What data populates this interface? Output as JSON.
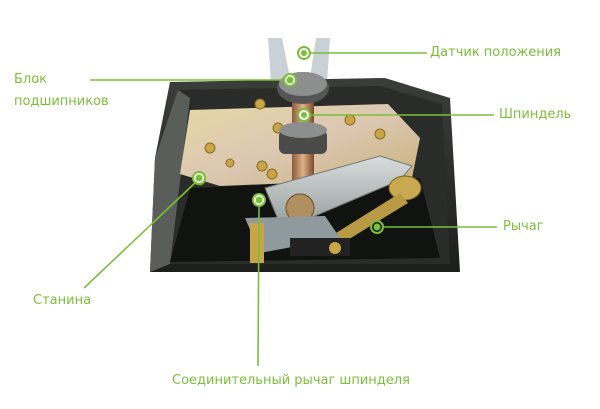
{
  "diagram": {
    "accent_color": "#7cbd3a",
    "photo_subject": "mechanism-inside-steel-housing",
    "callouts": [
      {
        "id": "position-sensor",
        "label": "Датчик положения"
      },
      {
        "id": "bearing-block",
        "label_line1": "Блок",
        "label_line2": "подшипников"
      },
      {
        "id": "spindle",
        "label": "Шпиндель"
      },
      {
        "id": "frame",
        "label": "Станина"
      },
      {
        "id": "spindle-connecting-lever",
        "label": "Соединительный рычаг шпинделя"
      },
      {
        "id": "lever",
        "label": "Рычаг"
      }
    ]
  }
}
